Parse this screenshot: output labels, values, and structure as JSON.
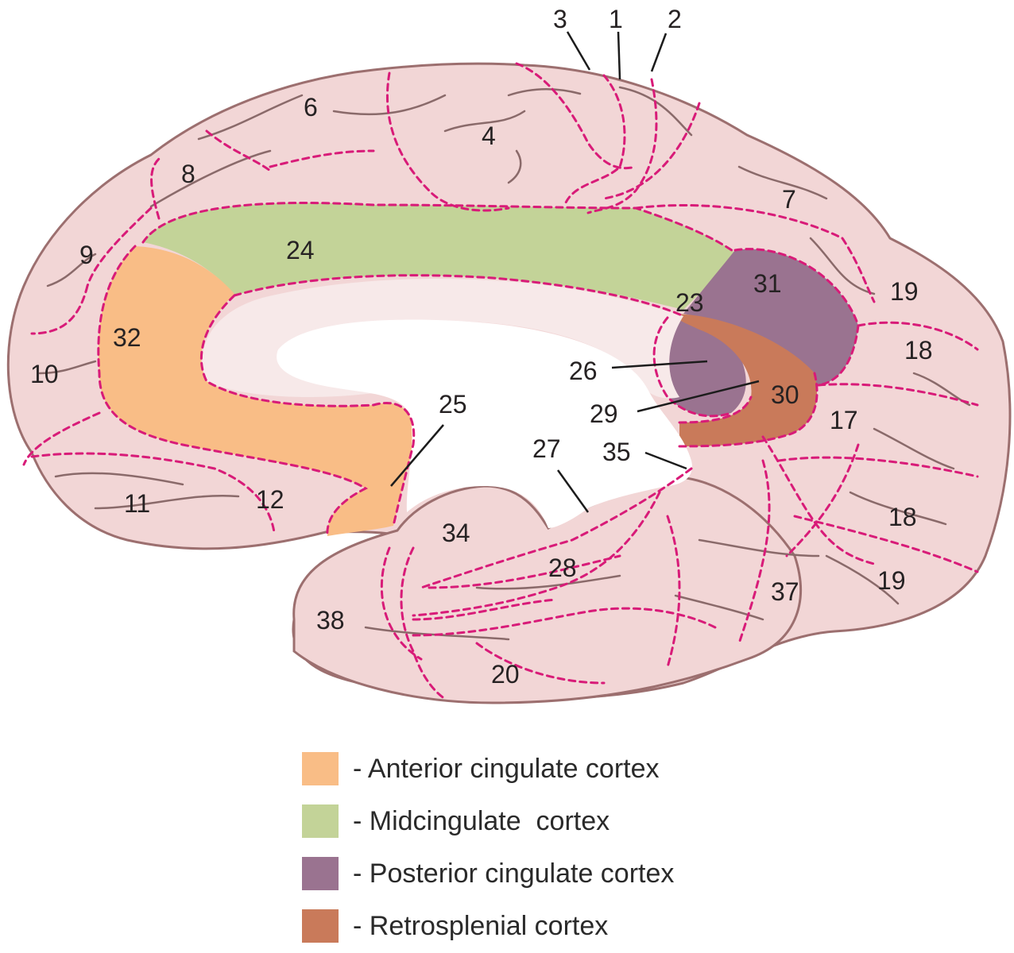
{
  "colors": {
    "cortex": "#f2d6d6",
    "outline": "#9c6f6f",
    "boundary": "#d81b78",
    "anterior": "#f9bd86",
    "midcingulate": "#c3d398",
    "posterior": "#9a7390",
    "retrosplenial": "#c97a5a",
    "callosum": "#f7e9e9"
  },
  "areas": {
    "a1": "1",
    "a2": "2",
    "a3": "3",
    "a4": "4",
    "a6": "6",
    "a7": "7",
    "a8": "8",
    "a9": "9",
    "a10": "10",
    "a11": "11",
    "a12": "12",
    "a17": "17",
    "a18_upper": "18",
    "a18_lower": "18",
    "a19_upper": "19",
    "a19_lower": "19",
    "a20": "20",
    "a23": "23",
    "a24": "24",
    "a25": "25",
    "a26": "26",
    "a27": "27",
    "a28": "28",
    "a29": "29",
    "a30": "30",
    "a31": "31",
    "a32": "32",
    "a34": "34",
    "a35": "35",
    "a37": "37",
    "a38": "38"
  },
  "legend": [
    {
      "label": "- Anterior cingulate cortex",
      "color": "#f9bd86"
    },
    {
      "label": "- Midcingulate  cortex",
      "color": "#c3d398"
    },
    {
      "label": "- Posterior cingulate cortex",
      "color": "#9a7390"
    },
    {
      "label": "- Retrosplenial cortex",
      "color": "#c97a5a"
    }
  ]
}
